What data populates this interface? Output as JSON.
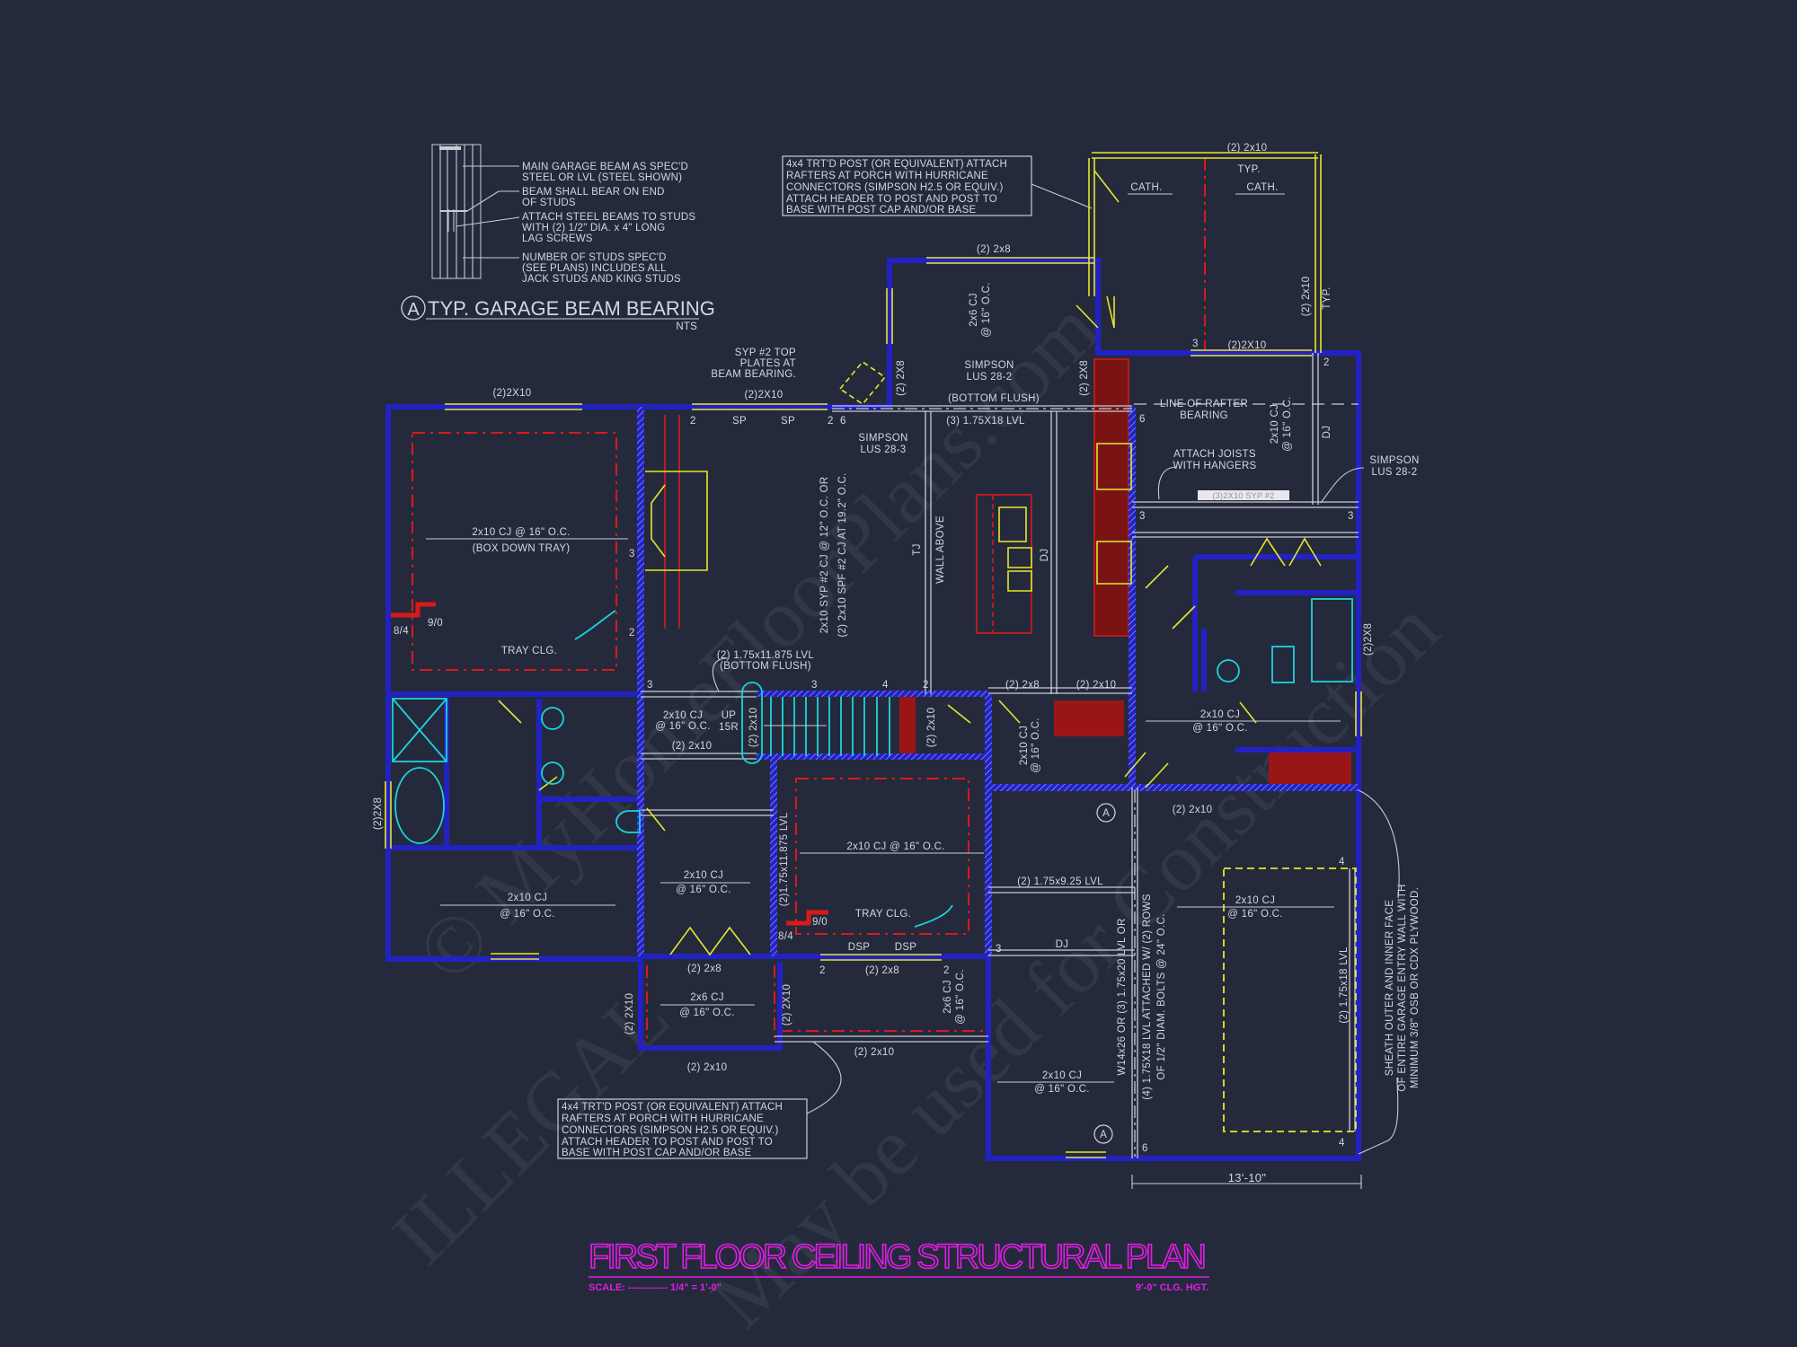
{
  "colors": {
    "background": "#242a3b",
    "walls": "#2222c4",
    "beams": "#c9ccd4",
    "windows_doors": "#e6e62c",
    "tray_ceiling": "#d81a1a",
    "fixtures": "#1ed2dc",
    "title": "#e21de6"
  },
  "watermark": [
    "© MyHomeFloorPlans.com",
    "ILLEGAL",
    "May be used for Construction"
  ],
  "detail": {
    "circle_letter": "A",
    "title": "TYP. GARAGE BEAM BEARING",
    "nts": "NTS",
    "notes": [
      "MAIN GARAGE BEAM AS SPEC'D",
      "STEEL OR LVL (STEEL SHOWN)",
      "BEAM SHALL BEAR ON END",
      "OF STUDS",
      "ATTACH STEEL BEAMS TO STUDS",
      "WITH (2) 1/2\" DIA. x 4\" LONG",
      "LAG SCREWS",
      "NUMBER OF STUDS SPEC'D",
      "(SEE PLANS) INCLUDES ALL",
      "JACK STUDS AND KING STUDS"
    ]
  },
  "notes": {
    "top": [
      "4x4 TRT'D POST (OR EQUIVALENT) ATTACH",
      "RAFTERS AT PORCH WITH HURRICANE",
      "CONNECTORS (SIMPSON H2.5 OR EQUIV.)",
      "ATTACH HEADER TO POST AND POST TO",
      "BASE WITH POST CAP AND/OR BASE"
    ],
    "bottom": [
      "4x4 TRT'D POST (OR EQUIVALENT) ATTACH",
      "RAFTERS AT PORCH WITH HURRICANE",
      "CONNECTORS (SIMPSON H2.5 OR EQUIV.)",
      "ATTACH HEADER TO POST AND POST TO",
      "BASE WITH POST CAP AND/OR BASE"
    ]
  },
  "title": {
    "main": "FIRST FLOOR CEILING STRUCTURAL PLAN",
    "scale": "SCALE: ------------ 1/4\" = 1'-0\"",
    "ceiling_height": "9'-0\" CLG. HGT."
  },
  "section_marker": "A",
  "labels": [
    "(2)2X10",
    "2x10 CJ @ 16\" O.C.",
    "(BOX DOWN TRAY)",
    "TRAY CLG.",
    "9/0",
    "8/4",
    "(2)2X10",
    "SP",
    "SP",
    "2x10 SYP #2 CJ @ 12\" O.C. OR",
    "(2) 2x10 SPF #2 CJ AT 19.2\" O.C.",
    "(2) 2x8",
    "2x6 CJ",
    "@ 16\" O.C.",
    "SYP #2 TOP",
    "PLATES AT",
    "BEAM BEARING.",
    "(2) 2X8",
    "(2) 2X8",
    "SIMPSON",
    "LUS 28-2",
    "(BOTTOM FLUSH)",
    "(3) 1.75X18 LVL",
    "SIMPSON",
    "LUS 28-3",
    "TJ",
    "WALL ABOVE",
    "DJ",
    "(2) 2x10",
    "TYP.",
    "CATH.",
    "CATH.",
    "(2) 2x10",
    "TYP.",
    "(2)2X10",
    "LINE OF RAFTER",
    "BEARING",
    "2x10 CJ",
    "@ 16\" O.C.",
    "DJ",
    "ATTACH JOISTS",
    "WITH HANGERS",
    "SIMPSON",
    "LUS 28-2",
    "(3)2X10 SYP #2",
    "(2)2X8",
    "(2) 2x8",
    "(2) 2x10",
    "2x10 CJ",
    "@ 16\" O.C.",
    "2x10 CJ",
    "@ 16\" O.C.",
    "(2) 2x10",
    "(2) 1.75x9.25 LVL",
    "DJ",
    "W14x26 OR (3) 1.75x20 LVL OR",
    "(4) 1.75X18 LVL ATTACHED W/ (2) ROWS",
    "OF 1/2\" DIAM. BOLTS @ 24\" O.C.",
    "2x10 CJ",
    "@ 16\" O.C.",
    "2x10 CJ",
    "@ 16\" O.C.",
    "(2) 1.75x18 LVL",
    "SHEATH OUTER AND INNER FACE",
    "OF ENTIRE GARAGE ENTRY WALL WITH",
    "MINIMUM 3/8\" OSB OR CDX PLYWOOD.",
    "13'-10\"",
    "(2) 1.75x11.875 LVL",
    "(BOTTOM FLUSH)",
    "2x10 CJ",
    "@ 16\" O.C.",
    "UP",
    "15R",
    "(2) 2x10",
    "(2) 2x10",
    "(2) 2x10",
    "(2)1.75x11.875 LVL",
    "2x10 CJ @ 16\" O.C.",
    "TRAY CLG.",
    "9/0",
    "8/4",
    "2x10 CJ",
    "@ 16\" O.C.",
    "(2) 2x8",
    "DSP",
    "DSP",
    "(2) 2x8",
    "2x6 CJ",
    "@ 16\" O.C.",
    "(2) 2x10",
    "(2) 2X10",
    "(2) 2X10",
    "(2) 2x10",
    "2x6 CJ",
    "@ 16\" O.C.",
    "2x10 CJ",
    "@ 16\" O.C.",
    "(2)2X8"
  ],
  "post_numbers": [
    "2",
    "2",
    "6",
    "6",
    "3",
    "3",
    "3",
    "2",
    "3",
    "3",
    "4",
    "2",
    "2",
    "2",
    "3",
    "4",
    "4",
    "6",
    "3",
    "2"
  ]
}
